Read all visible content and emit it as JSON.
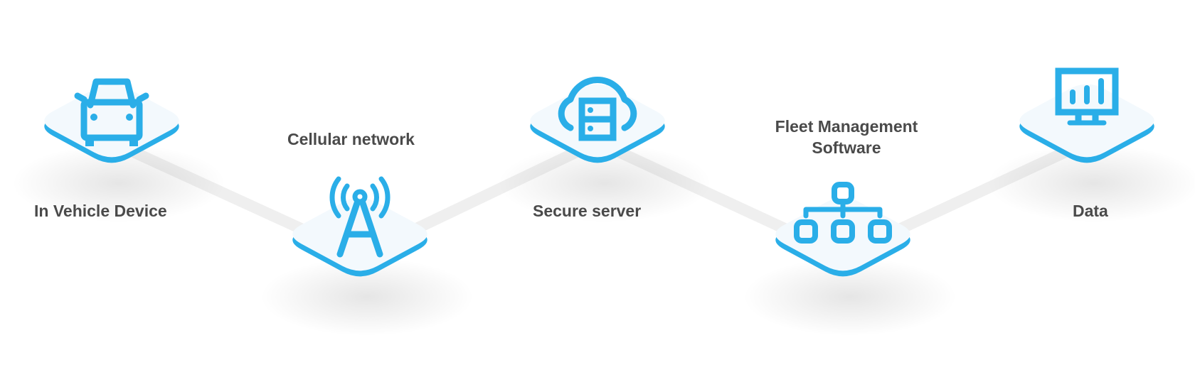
{
  "diagram": {
    "title": "",
    "colors": {
      "accent": "#2aaee8",
      "platform_top": "#f3f9fd",
      "connector": "#efefef",
      "label": "#4a4a4a",
      "background": "#ffffff"
    },
    "nodes": [
      {
        "id": "in-vehicle-device",
        "label": "In Vehicle Device",
        "icon": "car-icon",
        "level": "high"
      },
      {
        "id": "cellular-network",
        "label": "Cellular network",
        "icon": "cell-tower-icon",
        "level": "low"
      },
      {
        "id": "secure-server",
        "label": "Secure server",
        "icon": "cloud-server-icon",
        "level": "high"
      },
      {
        "id": "fleet-management-software",
        "label": "Fleet Management Software",
        "label_lines": [
          "Fleet Management",
          "Software"
        ],
        "icon": "hierarchy-icon",
        "level": "low"
      },
      {
        "id": "data",
        "label": "Data",
        "icon": "monitor-chart-icon",
        "level": "high"
      }
    ],
    "edges": [
      {
        "from": "in-vehicle-device",
        "to": "cellular-network"
      },
      {
        "from": "cellular-network",
        "to": "secure-server"
      },
      {
        "from": "secure-server",
        "to": "fleet-management-software"
      },
      {
        "from": "fleet-management-software",
        "to": "data"
      }
    ]
  }
}
